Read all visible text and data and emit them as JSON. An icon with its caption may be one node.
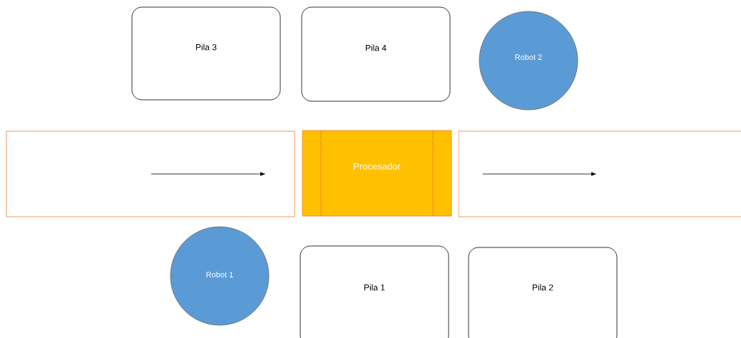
{
  "diagram": {
    "nodes": [
      {
        "text": [
          "Pila 3"
        ]
      },
      {
        "text": [
          "Pila 4"
        ]
      },
      {
        "text": [
          "Robot 2"
        ]
      },
      {
        "text": [],
        "shape": "box"
      },
      {
        "text": [
          "Procesador"
        ]
      },
      {
        "text": [],
        "shape": "box"
      },
      {
        "text": [
          "Robot 1"
        ]
      },
      {
        "text": [
          "Pila 1"
        ]
      },
      {
        "text": [
          "Pila 2"
        ]
      }
    ]
  }
}
